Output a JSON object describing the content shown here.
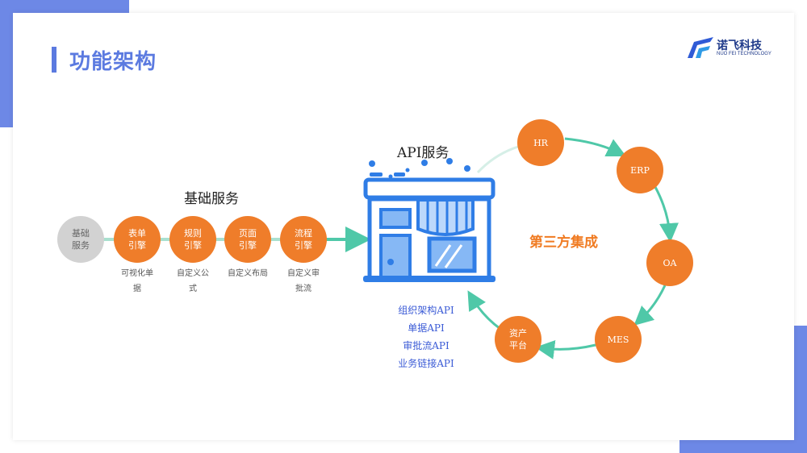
{
  "page": {
    "title": "功能架构"
  },
  "logo": {
    "name": "诺飞科技",
    "subtitle": "NUO FEI TECHNOLOGY"
  },
  "basic_services": {
    "title": "基础服务",
    "root": [
      "基础",
      "服务"
    ],
    "engines": [
      {
        "lines": [
          "表单",
          "引擎"
        ],
        "caption": [
          "可视化单",
          "据"
        ]
      },
      {
        "lines": [
          "规则",
          "引擎"
        ],
        "caption": [
          "自定义公",
          "式"
        ]
      },
      {
        "lines": [
          "页面",
          "引擎"
        ],
        "caption": [
          "自定义布局"
        ]
      },
      {
        "lines": [
          "流程",
          "引擎"
        ],
        "caption": [
          "自定义审",
          "批流"
        ]
      }
    ]
  },
  "api_service": {
    "title": "API服务",
    "apis": [
      "组织架构API",
      "单据API",
      "审批流API",
      "业务链接API"
    ]
  },
  "third_party": {
    "title": "第三方集成",
    "systems": [
      {
        "lines": [
          "HR"
        ]
      },
      {
        "lines": [
          "ERP"
        ]
      },
      {
        "lines": [
          "OA"
        ]
      },
      {
        "lines": [
          "MES"
        ]
      },
      {
        "lines": [
          "资产",
          "平台"
        ]
      }
    ]
  },
  "colors": {
    "accent_blue": "#5b7ae0",
    "node_orange": "#ef7d2a",
    "arrow_teal": "#4fc8a8",
    "store_blue": "#2f7de6"
  }
}
